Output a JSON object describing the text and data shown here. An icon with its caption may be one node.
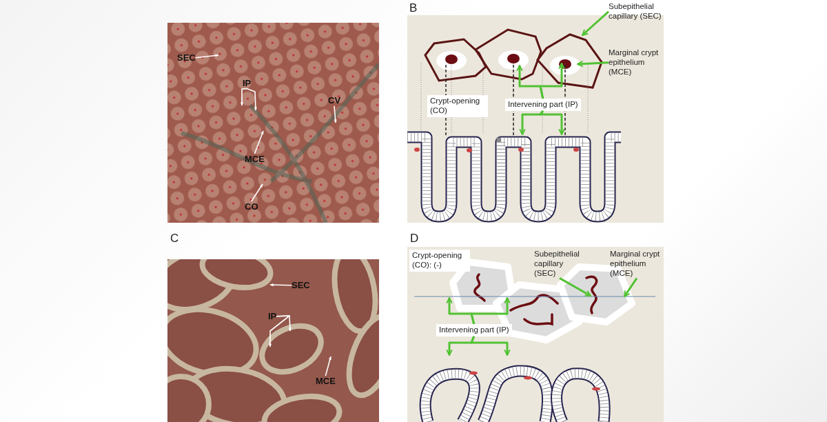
{
  "diagram": {
    "nodes": [
      {
        "text": [],
        "shape": "picture"
      },
      {
        "text": [
          "SEC"
        ],
        "in": 0
      },
      {
        "text": [
          "IP"
        ],
        "in": 0
      },
      {
        "text": [
          "CV"
        ],
        "in": 0
      },
      {
        "text": [
          "MCE"
        ],
        "in": 0
      },
      {
        "text": [
          "CO"
        ],
        "in": 0
      },
      {
        "text": [],
        "shape": "picture"
      },
      {
        "text": [
          "Subepithelial capillary (SEC)"
        ]
      },
      {
        "text": [
          "Marginal crypt epithelium (MCE)"
        ],
        "in": 6
      },
      {
        "text": [
          "Crypt-opening (CO)"
        ],
        "in": 6
      },
      {
        "text": [
          "Intervening part (IP)"
        ],
        "in": 6
      },
      {
        "text": [],
        "shape": "picture"
      },
      {
        "text": [
          "SEC"
        ],
        "in": 11
      },
      {
        "text": [
          "IP"
        ],
        "in": 11
      },
      {
        "text": [
          "MCE"
        ],
        "in": 11
      },
      {
        "text": [],
        "shape": "picture"
      },
      {
        "text": [
          "Crypt-opening (CO): (-)"
        ],
        "in": 15
      },
      {
        "text": [
          "Subepithelial capillary (SEC)"
        ],
        "in": 15
      },
      {
        "text": [
          "Marginal crypt epithelium (MCE)"
        ],
        "in": 15
      },
      {
        "text": [
          "Intervening part (IP)"
        ],
        "in": 15
      }
    ],
    "edges": [
      {
        "from": 1,
        "to": null,
        "arrow": "to",
        "color": "#ffffff"
      },
      {
        "from": 2,
        "to": null,
        "arrow": "to",
        "color": "#ffffff"
      },
      {
        "from": 2,
        "to": null,
        "arrow": "to",
        "color": "#ffffff"
      },
      {
        "from": 3,
        "to": null,
        "arrow": "to",
        "color": "#ffffff"
      },
      {
        "from": 4,
        "to": null,
        "arrow": "to",
        "color": "#ffffff"
      },
      {
        "from": 5,
        "to": null,
        "arrow": "to",
        "color": "#ffffff"
      },
      {
        "from": 7,
        "to": null,
        "arrow": "to"
      },
      {
        "from": 8,
        "to": null,
        "arrow": "to"
      },
      {
        "from": 10,
        "to": null,
        "arrow": "to"
      },
      {
        "from": 10,
        "to": null,
        "arrow": "to"
      },
      {
        "from": 10,
        "to": null,
        "arrow": "to"
      },
      {
        "from": 10,
        "to": null,
        "arrow": "to"
      },
      {
        "from": 12,
        "to": null,
        "arrow": "to",
        "color": "#ffffff"
      },
      {
        "from": 13,
        "to": null,
        "arrow": "to",
        "color": "#ffffff"
      },
      {
        "from": 13,
        "to": null,
        "arrow": "to",
        "color": "#ffffff"
      },
      {
        "from": 14,
        "to": null,
        "arrow": "to",
        "color": "#ffffff"
      },
      {
        "from": 17,
        "to": null,
        "arrow": "to"
      },
      {
        "from": 18,
        "to": null,
        "arrow": "to"
      },
      {
        "from": 19,
        "to": null,
        "arrow": "to"
      },
      {
        "from": 19,
        "to": null,
        "arrow": "to"
      },
      {
        "from": 19,
        "to": null,
        "arrow": "to"
      },
      {
        "from": 19,
        "to": null,
        "arrow": "to"
      }
    ],
    "labels": [
      "B",
      "C",
      "D"
    ]
  }
}
